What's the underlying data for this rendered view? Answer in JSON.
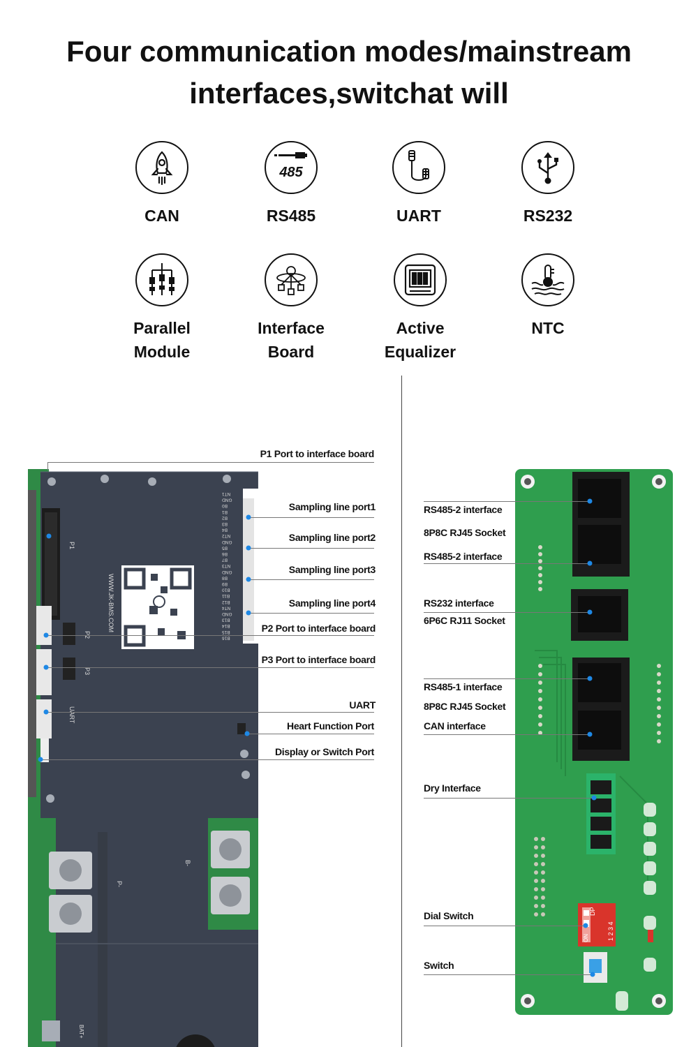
{
  "header": {
    "title_line1": "Four communication modes/mainstream",
    "title_line2": "interfaces,switchat will"
  },
  "icons": [
    {
      "label": "CAN",
      "icon": "rocket-icon"
    },
    {
      "label": "RS485",
      "icon": "rs485-connector-icon",
      "glyph": "485"
    },
    {
      "label": "UART",
      "icon": "uart-cable-icon"
    },
    {
      "label": "RS232",
      "icon": "usb-icon"
    },
    {
      "label": "Parallel\nModule",
      "icon": "parallel-module-icon"
    },
    {
      "label": "Interface\nBoard",
      "icon": "interface-board-icon"
    },
    {
      "label": "Active\nEqualizer",
      "icon": "equalizer-icon"
    },
    {
      "label": "NTC",
      "icon": "thermometer-icon"
    }
  ],
  "left_board": {
    "silk": {
      "p1": "P1",
      "p2": "P2",
      "p3": "P3",
      "uart": "UART",
      "url": "WWW.JK-BMS.COM",
      "p_minus": "P-",
      "b_minus": "B-",
      "bat_plus": "BAT+",
      "pins": [
        "NT1",
        "GND",
        "B0",
        "B1",
        "B2",
        "B3",
        "B4",
        "NT2",
        "GND",
        "B5",
        "B6",
        "B7",
        "NT3",
        "GND",
        "B8",
        "B9",
        "B10",
        "B11",
        "B12",
        "NT4",
        "GND",
        "B13",
        "B14",
        "B15",
        "B16"
      ]
    },
    "callouts": [
      "P1 Port to interface board",
      "Sampling line port1",
      "Sampling line port2",
      "Sampling line port3",
      "Sampling line port4",
      "P2 Port to interface board",
      "P3 Port to interface board",
      "UART",
      "Heart Function Port",
      "Display or Switch Port"
    ]
  },
  "right_board": {
    "silk": {
      "dip": "DP",
      "on": "ON",
      "dip_nums": "1 2 3 4"
    },
    "callouts": [
      "RS485-2 interface",
      "8P8C RJ45 Socket",
      "RS485-2 interface",
      "RS232 interface",
      "6P6C RJ11 Socket",
      "RS485-1 interface",
      "8P8C RJ45 Socket",
      "CAN interface",
      "Dry Interface",
      "Dial Switch",
      "Switch"
    ]
  },
  "colors": {
    "pcb_green": "#2f9e4e",
    "plate_dark": "#3b4250",
    "callout_dot": "#1e88e5"
  }
}
